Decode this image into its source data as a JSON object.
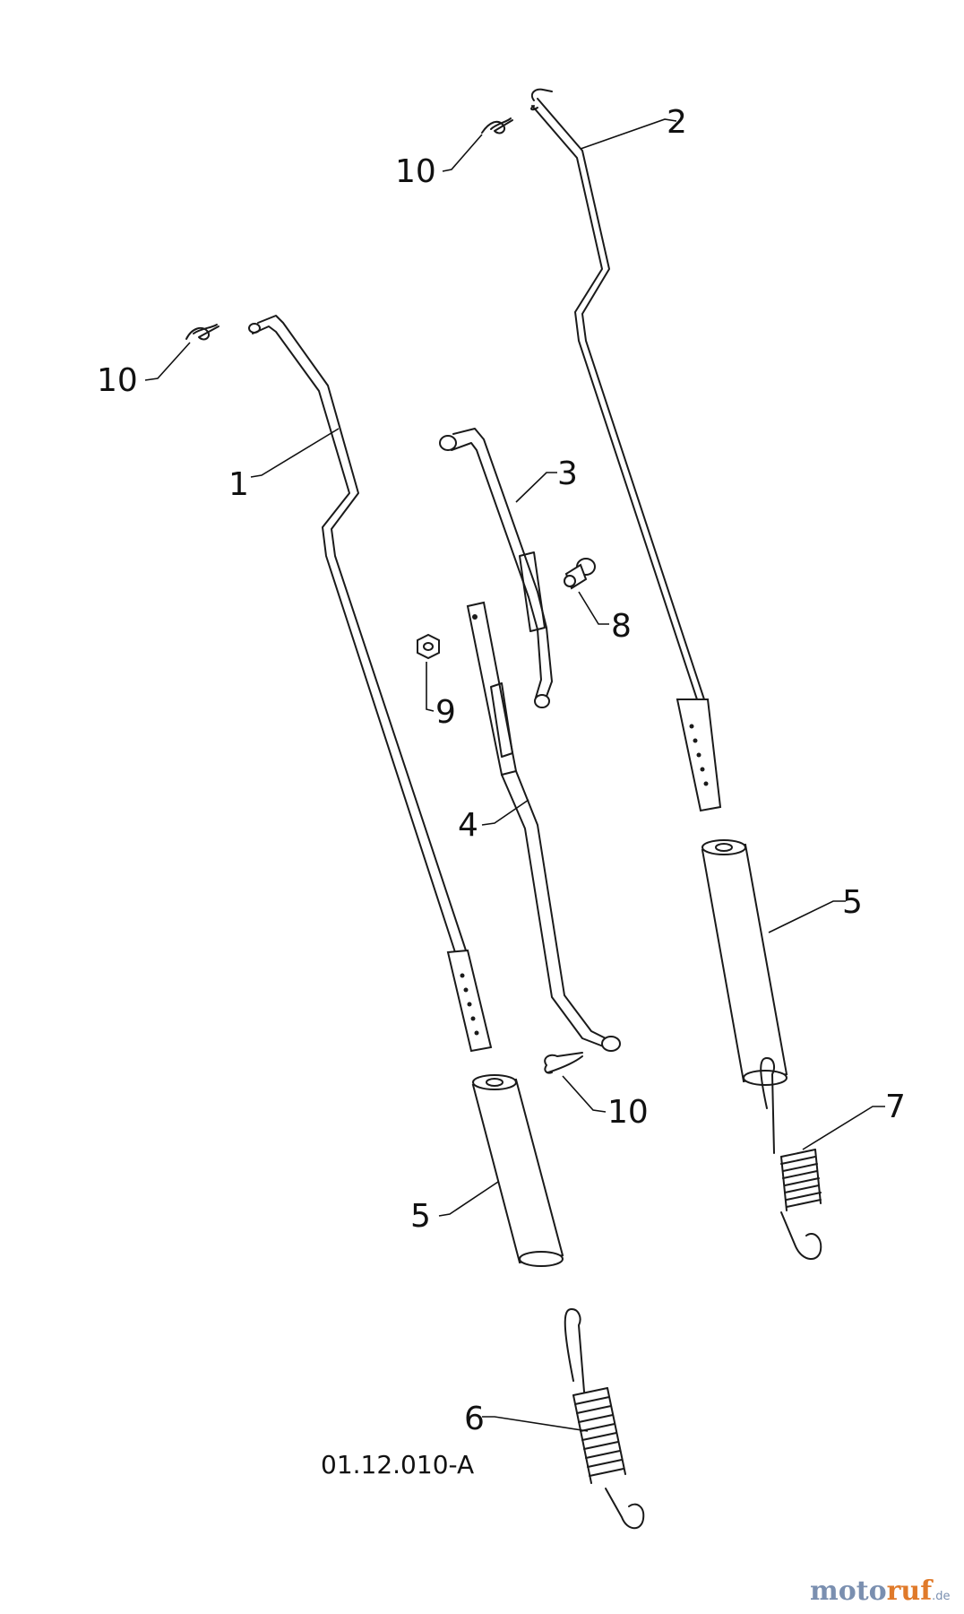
{
  "callouts": {
    "c1": "1",
    "c2": "2",
    "c3": "3",
    "c4": "4",
    "c5a": "5",
    "c5b": "5",
    "c6": "6",
    "c7": "7",
    "c8": "8",
    "c9": "9",
    "c10a": "10",
    "c10b": "10",
    "c10c": "10"
  },
  "drawing_code": "01.12.010-A",
  "watermark": {
    "part1": "moto",
    "part2": "ruf",
    "suffix": ".de"
  }
}
